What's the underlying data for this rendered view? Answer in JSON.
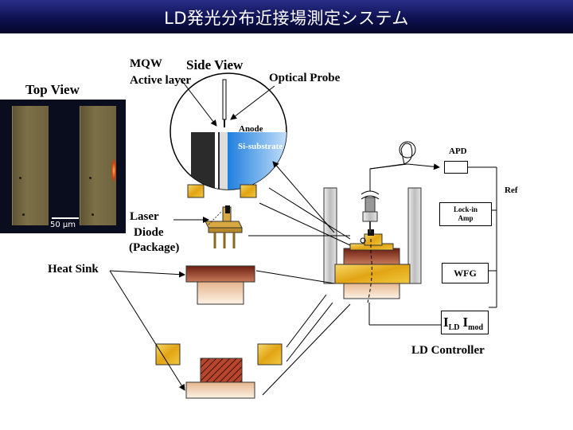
{
  "title": "LD発光分布近接場測定システム",
  "labels": {
    "top_view": "Top View",
    "mqw": "MQW",
    "active_layer": "Active layer",
    "side_view": "Side View",
    "optical_probe": "Optical Probe",
    "anode": "Anode",
    "si_substrate": "Si-substrate",
    "laser": "Laser",
    "diode": "Diode",
    "package": "(Package)",
    "heat_sink": "Heat Sink",
    "apd": "APD",
    "ref": "Ref",
    "lockin_1": "Lock-in",
    "lockin_2": "Amp",
    "wfg": "WFG",
    "ild_main": "I",
    "ild_sub": "LD",
    "imod_main": "I",
    "imod_sub": "mod",
    "ld_controller": "LD Controller",
    "scale_bar": "50 μm"
  },
  "colors": {
    "title_bg": "#0e1150",
    "title_text": "#ffffff",
    "gold": "#e6b820",
    "heatsink_dark": "#7a2a1a",
    "heatsink_light": "#f4e0c4",
    "substrate_blue": "#2a8be0"
  }
}
